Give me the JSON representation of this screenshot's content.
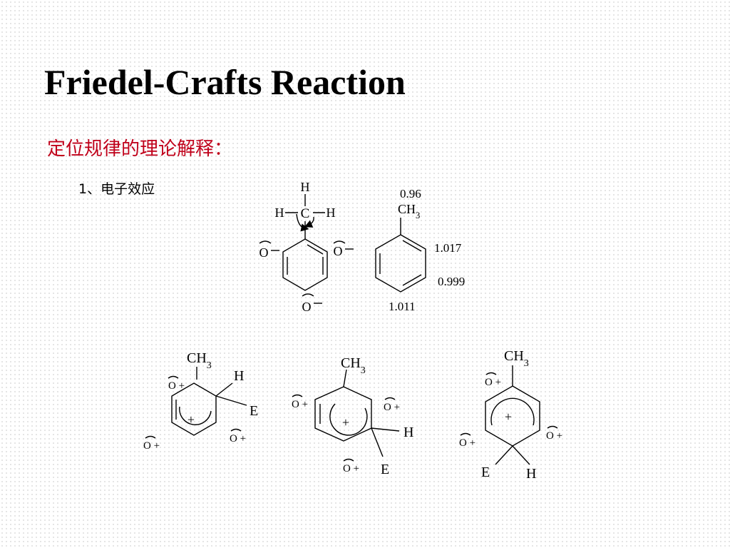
{
  "slide": {
    "title": "Friedel-Crafts Reaction",
    "subtitle": "定位规律的理论解释：",
    "point_1": "1、电子效应"
  },
  "diagram": {
    "structure_a": {
      "h_top": "H",
      "h_left": "H",
      "carbon": "C",
      "h_right": "H",
      "charge_left": "O",
      "charge_right": "O",
      "charge_bottom": "O"
    },
    "structure_b": {
      "methyl_value": "0.96",
      "methyl": "CH3",
      "ortho_value": "1.017",
      "meta_value": "0.999",
      "para_value": "1.011"
    },
    "sigma_ortho": {
      "methyl": "CH3",
      "h": "H",
      "e": "E",
      "plus": "+",
      "charge_a": "O +",
      "charge_b": "O +",
      "charge_c": "O +"
    },
    "sigma_meta": {
      "methyl": "CH3",
      "h": "H",
      "e": "E",
      "plus": "+",
      "charge_a": "O +",
      "charge_b": "O +",
      "charge_c": "O +"
    },
    "sigma_para": {
      "methyl": "CH3",
      "h": "H",
      "e": "E",
      "plus": "+",
      "charge_a": "O +",
      "charge_b": "O +",
      "charge_c": "O +"
    }
  }
}
